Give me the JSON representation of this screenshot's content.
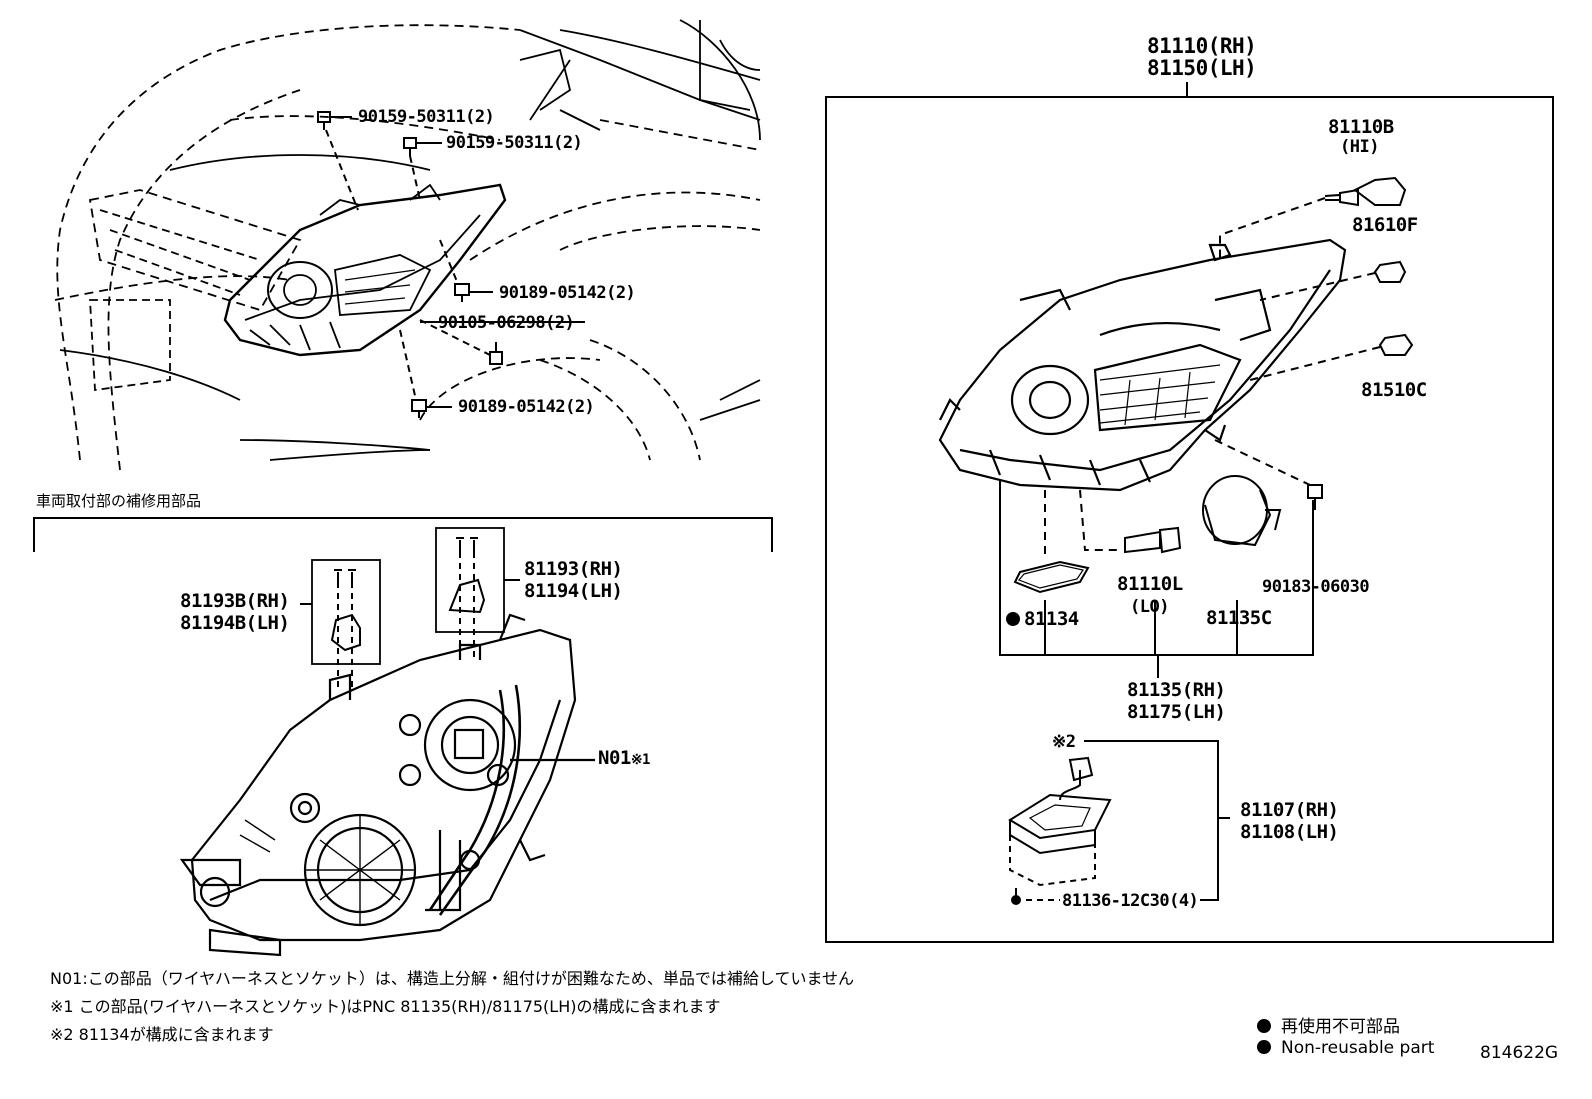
{
  "repair_section_title": "車両取付部の補修用部品",
  "labels": {
    "bolt_top_1": "90159-50311(2)",
    "bolt_top_2": "90159-50311(2)",
    "screw_mid": "90189-05142(2)",
    "nut": "90105-06298(2)",
    "screw_low": "90189-05142(2)",
    "assy_rh": "81110(RH)",
    "assy_lh": "81150(LH)",
    "bulb_hi": "81110B",
    "bulb_hi_sub": "(HI)",
    "bulb_81610f": "81610F",
    "bulb_81510c": "81510C",
    "gasket_81134": "81134",
    "bulb_lo": "81110L",
    "bulb_lo_sub": "(LO)",
    "cover_81135c": "81135C",
    "clip_90183": "90183-06030",
    "sub_rh": "81135(RH)",
    "sub_lh": "81175(LH)",
    "ballast_mark": "※2",
    "ballast_rh": "81107(RH)",
    "ballast_lh": "81108(LH)",
    "ballast_screw": "81136-12C30(4)",
    "bracket_b_rh": "81193B(RH)",
    "bracket_b_lh": "81194B(LH)",
    "bracket_rh": "81193(RH)",
    "bracket_lh": "81194(LH)",
    "n01": "N01",
    "n01_mark": "※1"
  },
  "notes": {
    "n01": "N01:この部品（ワイヤハーネスとソケット）は、構造上分解・組付けが困難なため、単品では補給していません",
    "m1": "※1 この部品(ワイヤハーネスとソケット)はPNC 81135(RH)/81175(LH)の構成に含まれます",
    "m2": "※2 81134が構成に含まれます"
  },
  "legend": {
    "jp": "再使用不可部品",
    "en": "Non-reusable part"
  },
  "figure_code": "814622G"
}
